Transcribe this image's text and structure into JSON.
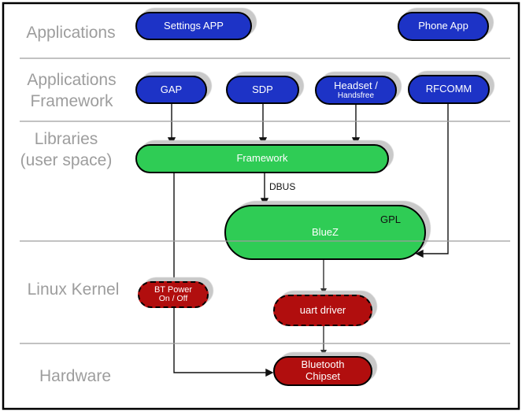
{
  "layers": {
    "applications": "Applications",
    "app_framework_line1": "Applications",
    "app_framework_line2": "Framework",
    "libraries_line1": "Libraries",
    "libraries_line2": "(user space)",
    "kernel": "Linux Kernel",
    "hardware": "Hardware"
  },
  "nodes": {
    "settings_app": "Settings APP",
    "phone_app": "Phone App",
    "gap": "GAP",
    "sdp": "SDP",
    "headset_line1": "Headset /",
    "headset_line2": "Handsfree",
    "rfcomm": "RFCOMM",
    "framework": "Framework",
    "bluez": "BlueZ",
    "gpl_badge": "GPL",
    "bt_power_line1": "BT Power",
    "bt_power_line2": "On / Off",
    "uart_driver": "uart driver",
    "chipset_line1": "Bluetooth",
    "chipset_line2": "Chipset"
  },
  "edge_labels": {
    "dbus": "DBUS"
  },
  "colors": {
    "app_pill_blue": "#1d33c6",
    "userspace_pill_green": "#2fcc55",
    "kernel_pill_red": "#b10e0e",
    "layer_label_gray": "#9d9d9d",
    "divider_gray": "#9d9d9d",
    "pill_shadow": "#c9c9c9",
    "arrow_black": "#111111",
    "arrow_gray": "#6e6e6e"
  }
}
